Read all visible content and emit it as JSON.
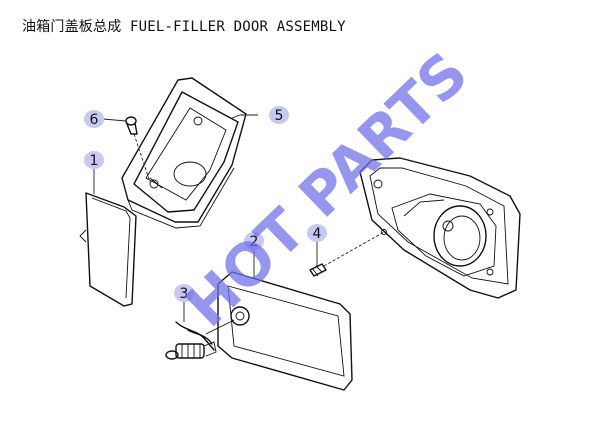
{
  "header": {
    "title": "油箱门盖板总成 FUEL-FILLER DOOR ASSEMBLY"
  },
  "callouts": {
    "c1": "1",
    "c2": "2",
    "c3": "3",
    "c4": "4",
    "c5": "5",
    "c6": "6"
  },
  "watermark": {
    "text": "HOT PARTS",
    "color": "#6f6fe8"
  },
  "colors": {
    "callout_fill": "#c8c8f4",
    "line": "#111111"
  }
}
